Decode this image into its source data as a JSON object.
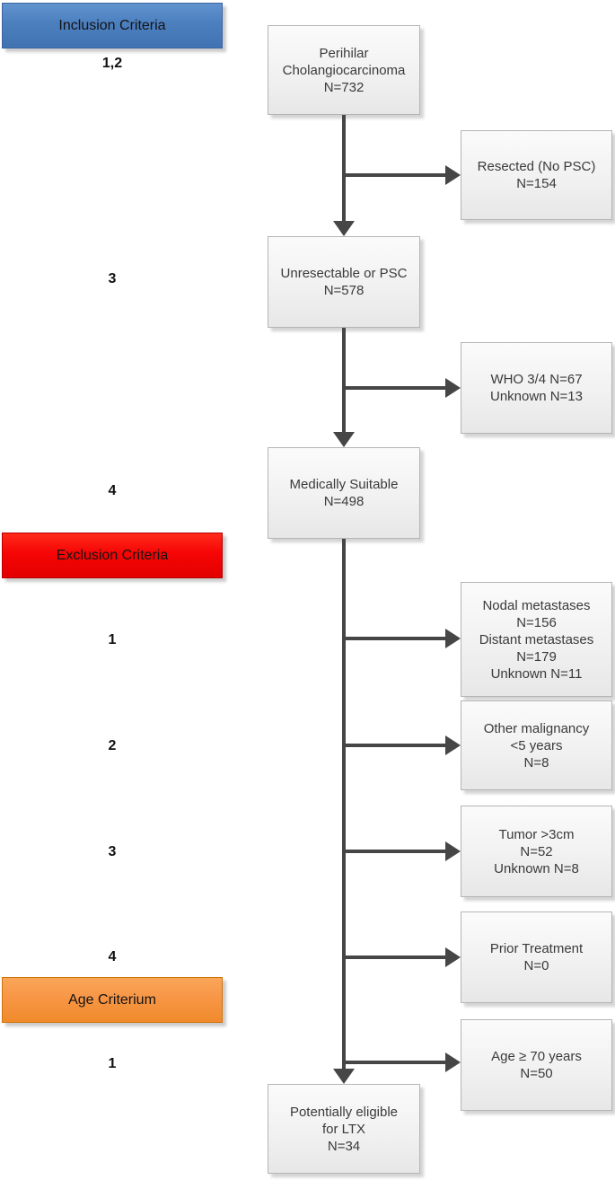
{
  "colors": {
    "inclusion_blue": "#4c7fbe",
    "exclusion_red": "#f60505",
    "age_orange": "#f79646",
    "arrow_gray": "#464646",
    "node_fill": "#f1f1f1",
    "node_border": "#b5b5b5"
  },
  "legend": {
    "inclusion": {
      "label": "Inclusion Criteria"
    },
    "exclusion": {
      "label": "Exclusion Criteria"
    },
    "age": {
      "label": "Age Criterium"
    }
  },
  "criteria_numbers": {
    "inclusion_12": "1,2",
    "inclusion_3": "3",
    "inclusion_4": "4",
    "exclusion_1": "1",
    "exclusion_2": "2",
    "exclusion_3": "3",
    "exclusion_4": "4",
    "age_1": "1"
  },
  "main_boxes": {
    "perihilar": {
      "line1": "Perihilar",
      "line2": "Cholangiocarcinoma",
      "line3": "N=732"
    },
    "unresectable": {
      "line1": "Unresectable or PSC",
      "line2": "N=578"
    },
    "medically_suitable": {
      "line1": "Medically Suitable",
      "line2": "N=498"
    },
    "eligible": {
      "line1": "Potentially eligible",
      "line2": "for LTX",
      "line3": "N=34"
    }
  },
  "side_boxes": {
    "resected": {
      "line1": "Resected (No PSC)",
      "line2": "N=154"
    },
    "who": {
      "line1": "WHO 3/4 N=67",
      "line2": "Unknown N=13"
    },
    "metastases": {
      "line1": "Nodal metastases",
      "line2": "N=156",
      "line3": "Distant metastases",
      "line4": "N=179",
      "line5": "Unknown N=11"
    },
    "other_malignancy": {
      "line1": "Other malignancy",
      "line2": "<5 years",
      "line3": "N=8"
    },
    "tumor": {
      "line1": "Tumor >3cm",
      "line2": "N=52",
      "line3": "Unknown N=8"
    },
    "prior_treatment": {
      "line1": "Prior Treatment",
      "line2": "N=0"
    },
    "age_70": {
      "line1": "Age ≥ 70 years",
      "line2": "N=50"
    }
  }
}
